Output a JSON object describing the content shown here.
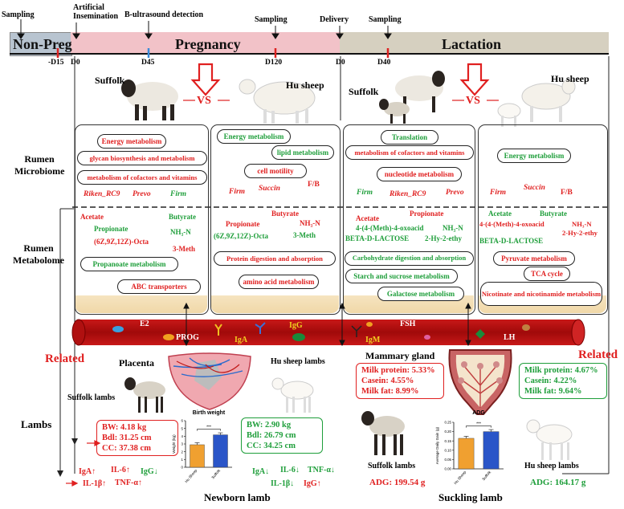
{
  "timeline": {
    "phases": [
      "Non-Preg",
      "Pregnancy",
      "Lactation"
    ],
    "events": [
      "Sampling",
      "Artificial Insemination",
      "B-ultrasound detection",
      "Sampling",
      "Delivery",
      "Sampling"
    ],
    "ticks": [
      "-D15",
      "D0",
      "D45",
      "D120",
      "D0",
      "D40"
    ]
  },
  "vs_label": "VS",
  "breeds": {
    "suffolk": "Suffolk",
    "hu": "Hu sheep"
  },
  "row_labels": {
    "microbiome": "Rumen Microbiome",
    "metabolome": "Rumen Metabolome",
    "lambs": "Lambs"
  },
  "panels": {
    "preg_suffolk": {
      "pills": [
        "Energy metabolism",
        "glycan biosynthesis and metabolism",
        "metabolism of cofactors and vitamins"
      ],
      "taxa": [
        "Riken_RC9",
        "Prevo",
        "Firm"
      ],
      "metabolites": [
        "Acetate",
        "Butyrate",
        "Propionate",
        "NH₃-N",
        "(6Z,9Z,12Z)-Octa",
        "3-Meth"
      ],
      "pills2": [
        "Propanoate metabolism",
        "ABC transporters"
      ]
    },
    "preg_hu": {
      "pills": [
        "Energy metabolism",
        "lipid metabolism",
        "cell motility"
      ],
      "taxa": [
        "Firm",
        "Succin",
        "F/B"
      ],
      "metabolites": [
        "Butyrate",
        "Propionate",
        "NH₃-N",
        "(6Z,9Z,12Z)-Octa",
        "3-Meth"
      ],
      "pills2": [
        "Protein digestion and absorption",
        "amino acid metabolism"
      ]
    },
    "lac_suffolk": {
      "pills": [
        "Translation",
        "metabolism of cofactors and vitamins",
        "nucleotide metabolism"
      ],
      "taxa": [
        "Firm",
        "Riken_RC9",
        "Prevo"
      ],
      "metabolites": [
        "Acetate",
        "Propionate",
        "4-(4-(Meth)-4-oxoacid",
        "NH₃-N",
        "BETA-D-LACTOSE",
        "2-Hy-2-ethy"
      ],
      "pills2": [
        "Carbohydrate digestion and absorption",
        "Starch and sucrose metabolism",
        "Galactose metabolism"
      ]
    },
    "lac_hu": {
      "pills": [
        "Energy metabolism"
      ],
      "taxa": [
        "Firm",
        "Succin",
        "F/B"
      ],
      "metabolites": [
        "Acetate",
        "Butyrate",
        "4-(4-(Meth)-4-oxoacid",
        "NH₃-N",
        "2-Hy-2-ethy",
        "BETA-D-LACTOSE"
      ],
      "pills2": [
        "Pyruvate metabolism",
        "TCA cycle",
        "Nicotinate and nicotinamide metabolism"
      ]
    }
  },
  "blood": {
    "labels": [
      "E2",
      "PROG",
      "IgA",
      "IgG",
      "IgM",
      "FSH",
      "LH"
    ]
  },
  "related": "Related",
  "newborn": {
    "placenta": "Placenta",
    "suffolk_lambs": "Suffolk lambs",
    "hu_lambs": "Hu sheep lambs",
    "suffolk_stats": [
      "BW: 4.18 kg",
      "Bdl: 31.25 cm",
      "CC: 37.38 cm"
    ],
    "hu_stats": [
      "BW: 2.90 kg",
      "Bdl: 26.79 cm",
      "CC: 34.25 cm"
    ],
    "suffolk_immune": [
      "IgA↑",
      "IL-6↑",
      "IgG↓",
      "IL-1β↑",
      "TNF-α↑"
    ],
    "hu_immune": [
      "IgA↓",
      "IL-6↓",
      "TNF-α↓",
      "IL-1β↓",
      "IgG↑"
    ],
    "title": "Newborn lamb"
  },
  "suckling": {
    "mammary": "Mammary gland",
    "suffolk_milk": [
      "Milk protein: 5.33%",
      "Casein: 4.55%",
      "Milk fat: 8.99%"
    ],
    "hu_milk": [
      "Milk protein: 4.67%",
      "Casein: 4.22%",
      "Milk fat: 9.64%"
    ],
    "suffolk_lambs": "Suffolk lambs",
    "hu_lambs": "Hu sheep lambs",
    "suffolk_adg": "ADG: 199.54 g",
    "hu_adg": "ADG: 164.17 g",
    "title": "Suckling lamb"
  },
  "chart_data": [
    {
      "type": "bar",
      "title": "Birth weight",
      "ylabel": "Weight (kg)",
      "categories": [
        "Hu Sheep",
        "Suffolk"
      ],
      "values": [
        2.9,
        4.18
      ],
      "ylim": [
        0,
        6
      ],
      "yticks": [
        "0",
        "1",
        "2",
        "3",
        "4",
        "5",
        "6"
      ],
      "significance": "***",
      "colors": [
        "#f0a030",
        "#2a55c8"
      ]
    },
    {
      "type": "bar",
      "title": "ADG",
      "ylabel": "Average Daily Gain (g)",
      "categories": [
        "Hu Sheep",
        "Suffolk"
      ],
      "values": [
        0.164,
        0.2
      ],
      "ylim": [
        0,
        0.25
      ],
      "yticks": [
        "0.00",
        "0.05",
        "0.10",
        "0.15",
        "0.20",
        "0.25"
      ],
      "significance": "***",
      "colors": [
        "#f0a030",
        "#2a55c8"
      ]
    }
  ]
}
